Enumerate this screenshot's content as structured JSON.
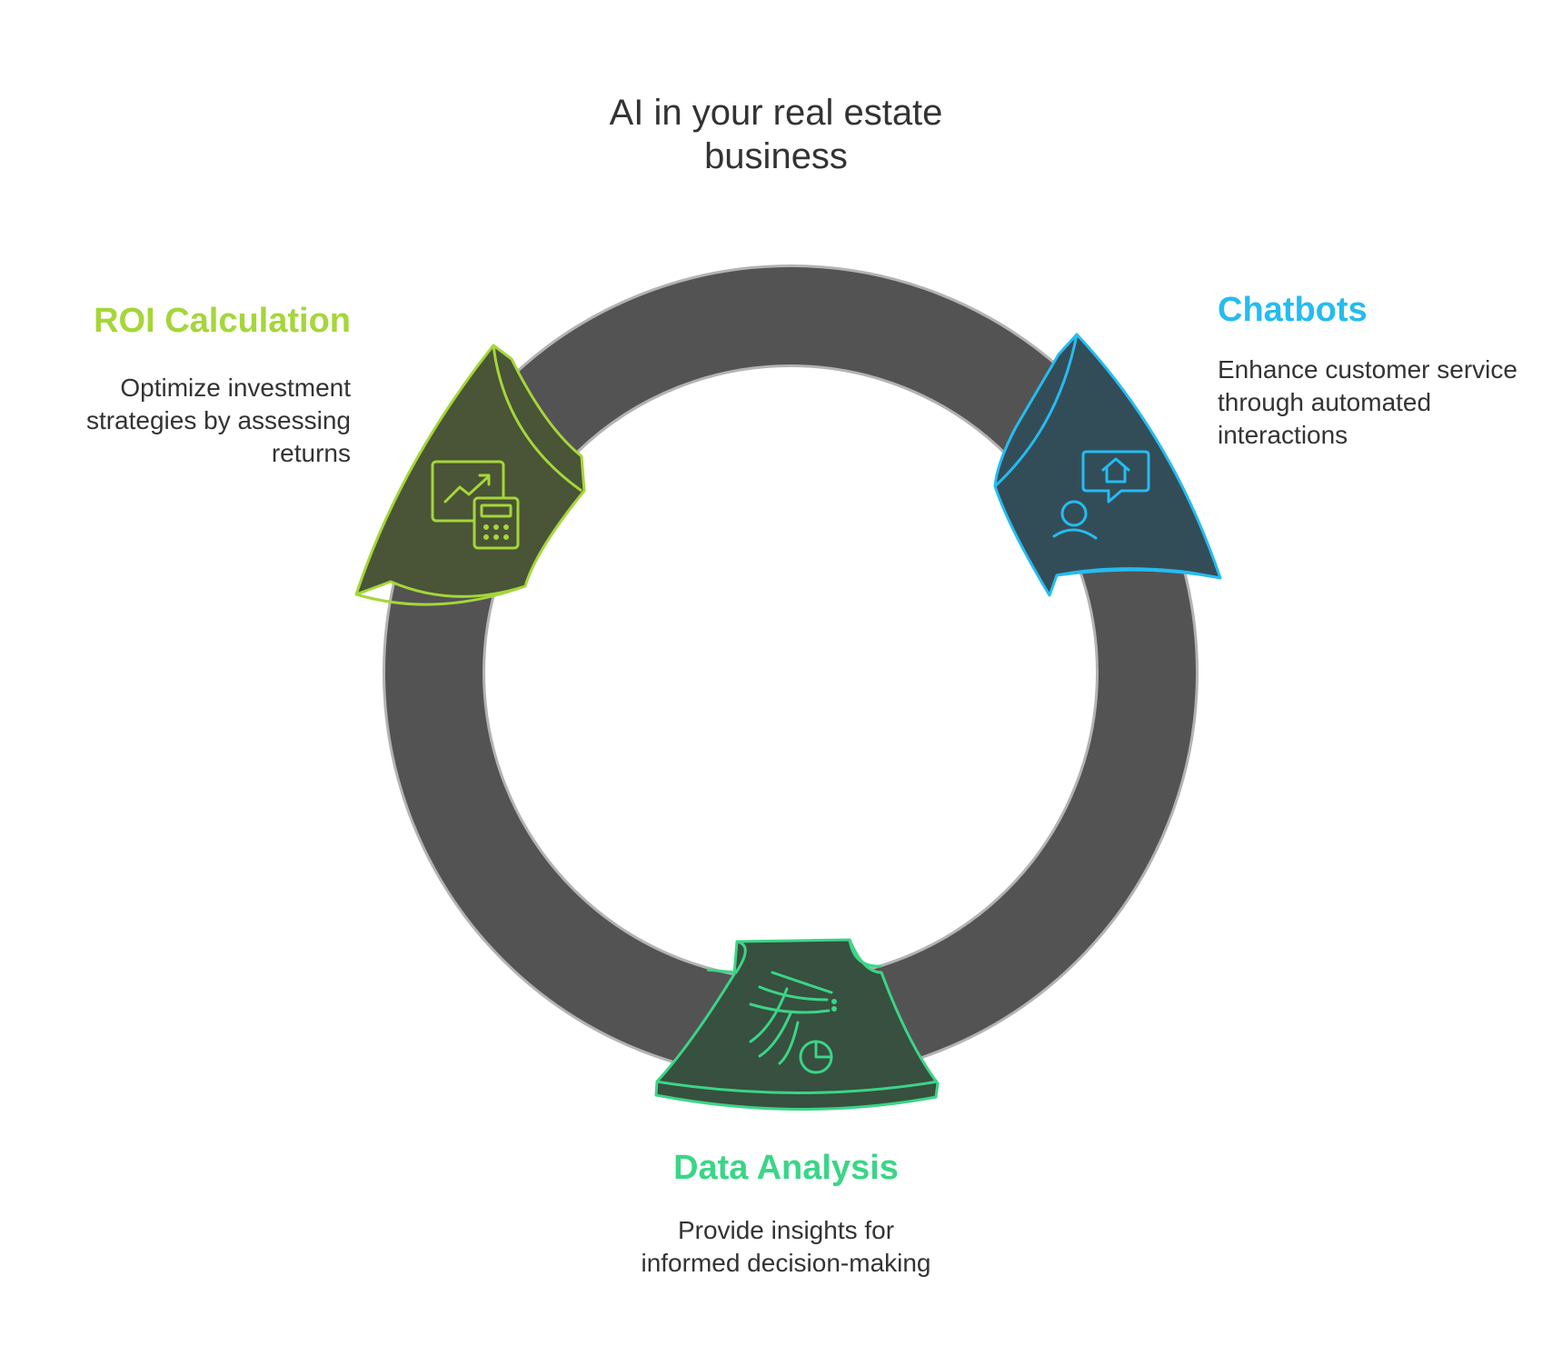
{
  "title": "AI in your real estate business",
  "colors": {
    "ring": "#535353",
    "ring_outline": "#b3b3b3",
    "roi": "#a5d63a",
    "roi_fill": "#4a5436",
    "chatbots": "#25bcf0",
    "chatbots_fill": "#334d58",
    "data_analysis": "#3bd587",
    "data_analysis_fill": "#37503f"
  },
  "steps": [
    {
      "heading": "ROI Calculation",
      "description": "Optimize investment strategies by assessing returns",
      "icon": "chart-calculator-icon"
    },
    {
      "heading": "Chatbots",
      "description": "Enhance customer service through automated interactions",
      "icon": "person-home-chat-icon"
    },
    {
      "heading": "Data Analysis",
      "description": "Provide insights for informed decision-making",
      "icon": "data-flow-pie-icon"
    }
  ]
}
